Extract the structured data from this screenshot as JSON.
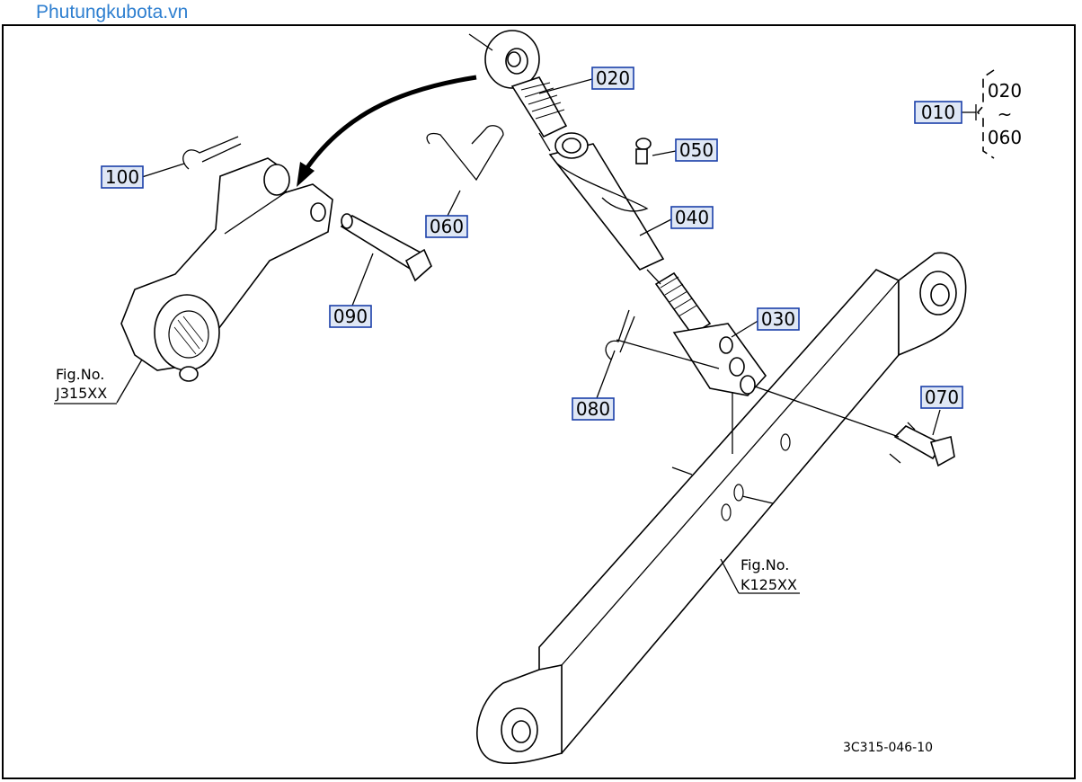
{
  "watermark": "Phutungkubota.vn",
  "callouts": {
    "p010": "010",
    "p020": "020",
    "p030": "030",
    "p040": "040",
    "p050": "050",
    "p060": "060",
    "p070": "070",
    "p080": "080",
    "p090": "090",
    "p100": "100"
  },
  "group_range": {
    "from": "020",
    "to": "060",
    "tilde": "~"
  },
  "fig_refs": {
    "left_label": "Fig.No.",
    "left_code": "J315XX",
    "right_label": "Fig.No.",
    "right_code": "K125XX"
  },
  "diagram_code": "3C315-046-10"
}
